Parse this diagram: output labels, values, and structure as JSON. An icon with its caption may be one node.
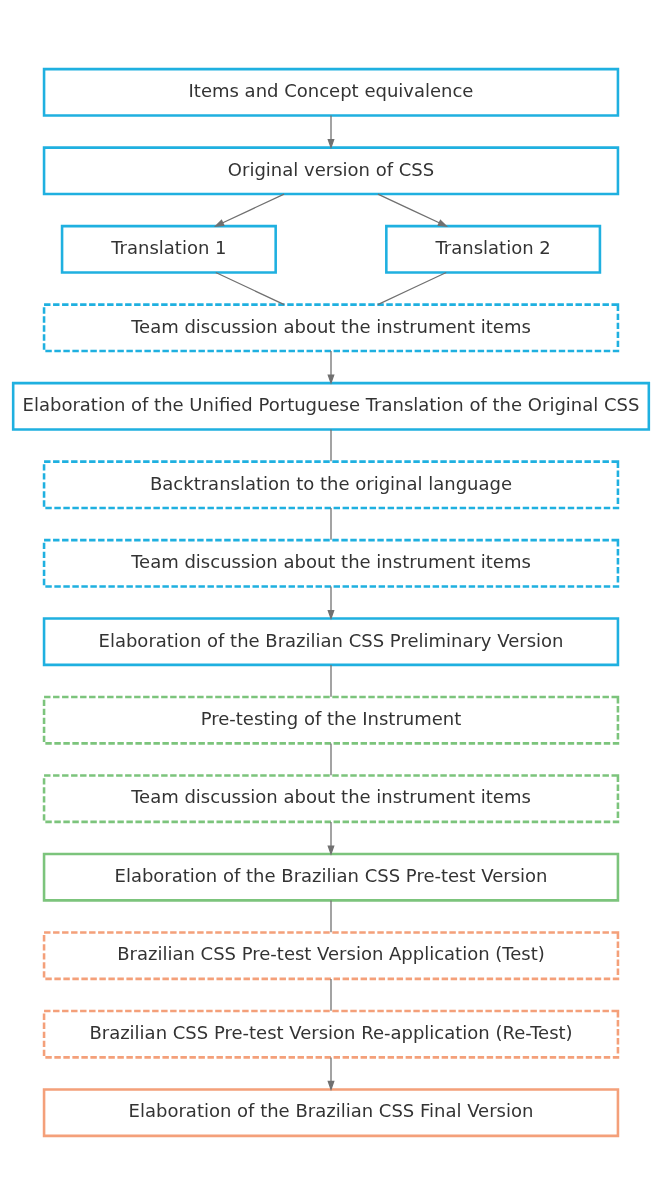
{
  "diagram": {
    "nodes": [
      {
        "text": [
          "Items and Concept equivalence"
        ]
      },
      {
        "text": [
          "Original version of CSS"
        ]
      },
      {
        "text": [
          "Translation 1"
        ]
      },
      {
        "text": [
          "Translation 2"
        ]
      },
      {
        "text": [
          "Team discussion about the instrument items"
        ]
      },
      {
        "text": [
          "Elaboration of the Unified Portuguese Translation of the Original CSS"
        ]
      },
      {
        "text": [
          "Backtranslation to the original language"
        ]
      },
      {
        "text": [
          "Team discussion about the instrument items"
        ]
      },
      {
        "text": [
          "Elaboration of the Brazilian CSS Preliminary Version"
        ]
      },
      {
        "text": [
          "Pre-testing of the Instrument"
        ]
      },
      {
        "text": [
          "Team discussion about the instrument items"
        ]
      },
      {
        "text": [
          "Elaboration of the Brazilian CSS Pre-test Version"
        ]
      },
      {
        "text": [
          "Brazilian CSS Pre-test Version Application (Test)"
        ]
      },
      {
        "text": [
          "Brazilian CSS Pre-test Version Re-application (Re-Test)"
        ]
      },
      {
        "text": [
          "Elaboration of the Brazilian CSS Final Version"
        ]
      }
    ],
    "edges": [
      {
        "from": 0,
        "to": 1,
        "arrow": "to"
      },
      {
        "from": 1,
        "to": 2,
        "arrow": "to"
      },
      {
        "from": 1,
        "to": 3,
        "arrow": "to"
      },
      {
        "from": 2,
        "to": 4,
        "arrow": "none"
      },
      {
        "from": 3,
        "to": 4,
        "arrow": "none"
      },
      {
        "from": 4,
        "to": 5,
        "arrow": "to"
      },
      {
        "from": 5,
        "to": 6,
        "arrow": "none"
      },
      {
        "from": 6,
        "to": 7,
        "arrow": "none"
      },
      {
        "from": 7,
        "to": 8,
        "arrow": "to"
      },
      {
        "from": 8,
        "to": 9,
        "arrow": "none"
      },
      {
        "from": 9,
        "to": 10,
        "arrow": "none"
      },
      {
        "from": 10,
        "to": 11,
        "arrow": "to"
      },
      {
        "from": 11,
        "to": 12,
        "arrow": "none"
      },
      {
        "from": 12,
        "to": 13,
        "arrow": "none"
      },
      {
        "from": 13,
        "to": 14,
        "arrow": "to"
      }
    ]
  }
}
